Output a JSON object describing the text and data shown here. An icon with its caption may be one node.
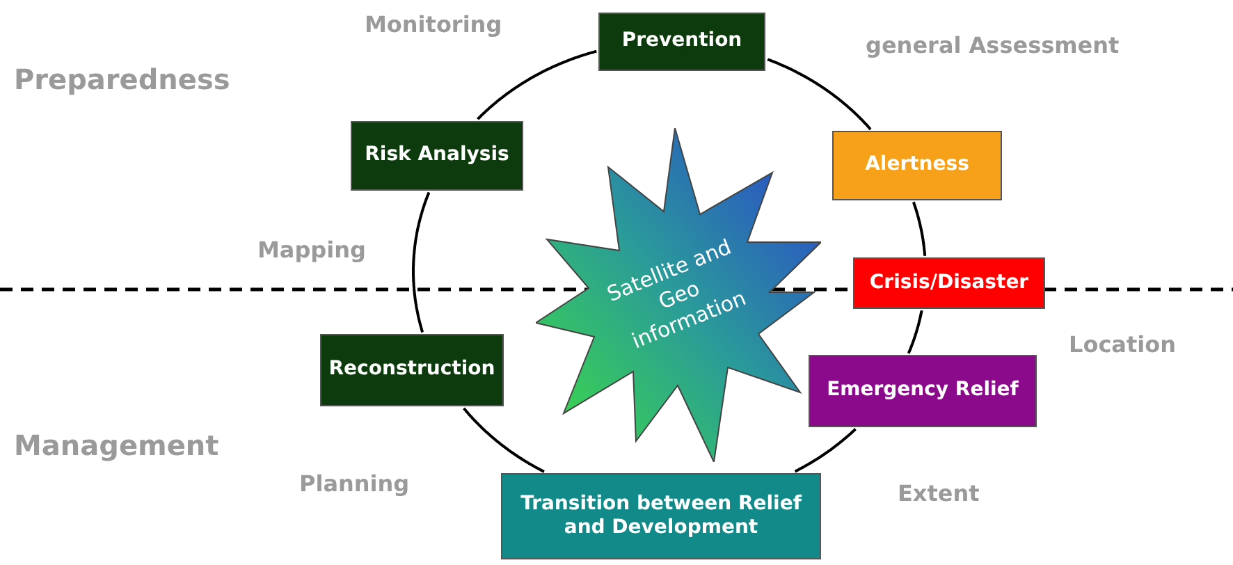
{
  "diagram": {
    "nodes": [
      {
        "text": [
          "Prevention"
        ]
      },
      {
        "text": [
          "Risk Analysis"
        ]
      },
      {
        "text": [
          "Alertness"
        ]
      },
      {
        "text": [
          "Satellite and Geo information"
        ]
      },
      {
        "text": [
          "Crisis/Disaster"
        ]
      },
      {
        "text": [
          "Reconstruction"
        ]
      },
      {
        "text": [
          "Emergency Relief"
        ]
      },
      {
        "text": [
          "Transition between Relief and Development"
        ]
      }
    ],
    "edges": [
      {
        "from": 0,
        "to": 2,
        "arrow": "none"
      },
      {
        "from": 2,
        "to": 4,
        "arrow": "none"
      },
      {
        "from": 4,
        "to": 6,
        "arrow": "none"
      },
      {
        "from": 6,
        "to": 7,
        "arrow": "none"
      },
      {
        "from": 7,
        "to": 5,
        "arrow": "none"
      },
      {
        "from": 5,
        "to": 1,
        "arrow": "none"
      },
      {
        "from": 1,
        "to": 0,
        "arrow": "none"
      }
    ],
    "labels": [
      "Monitoring",
      "general Assessment",
      "Preparedness",
      "Mapping",
      "Location",
      "Management",
      "Planning",
      "Extent"
    ]
  }
}
